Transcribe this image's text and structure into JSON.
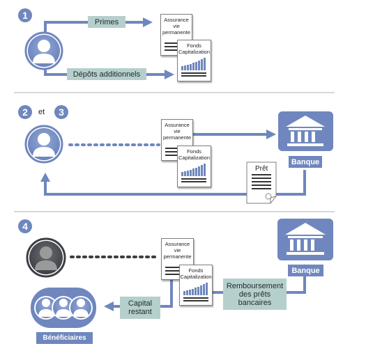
{
  "steps": {
    "s1": "1",
    "s2": "2",
    "s3": "3",
    "s4": "4",
    "and_word": "et"
  },
  "labels": {
    "primes": "Primes",
    "depots": "Dépôts additionnels",
    "capital_restant": "Capital restant",
    "remboursement": "Remboursement des prêts bancaires",
    "pret": "Prêt"
  },
  "documents": {
    "assurance": "Assurance vie permanente",
    "fonds": "Fonds Capitalization"
  },
  "entities": {
    "banque": "Banque",
    "beneficiaires": "Bénéficiaires"
  },
  "colors": {
    "accent": "#6f87be",
    "label_bg": "#b5cfcc",
    "divider": "#cccccc",
    "person_dark": "#4a4d52"
  }
}
